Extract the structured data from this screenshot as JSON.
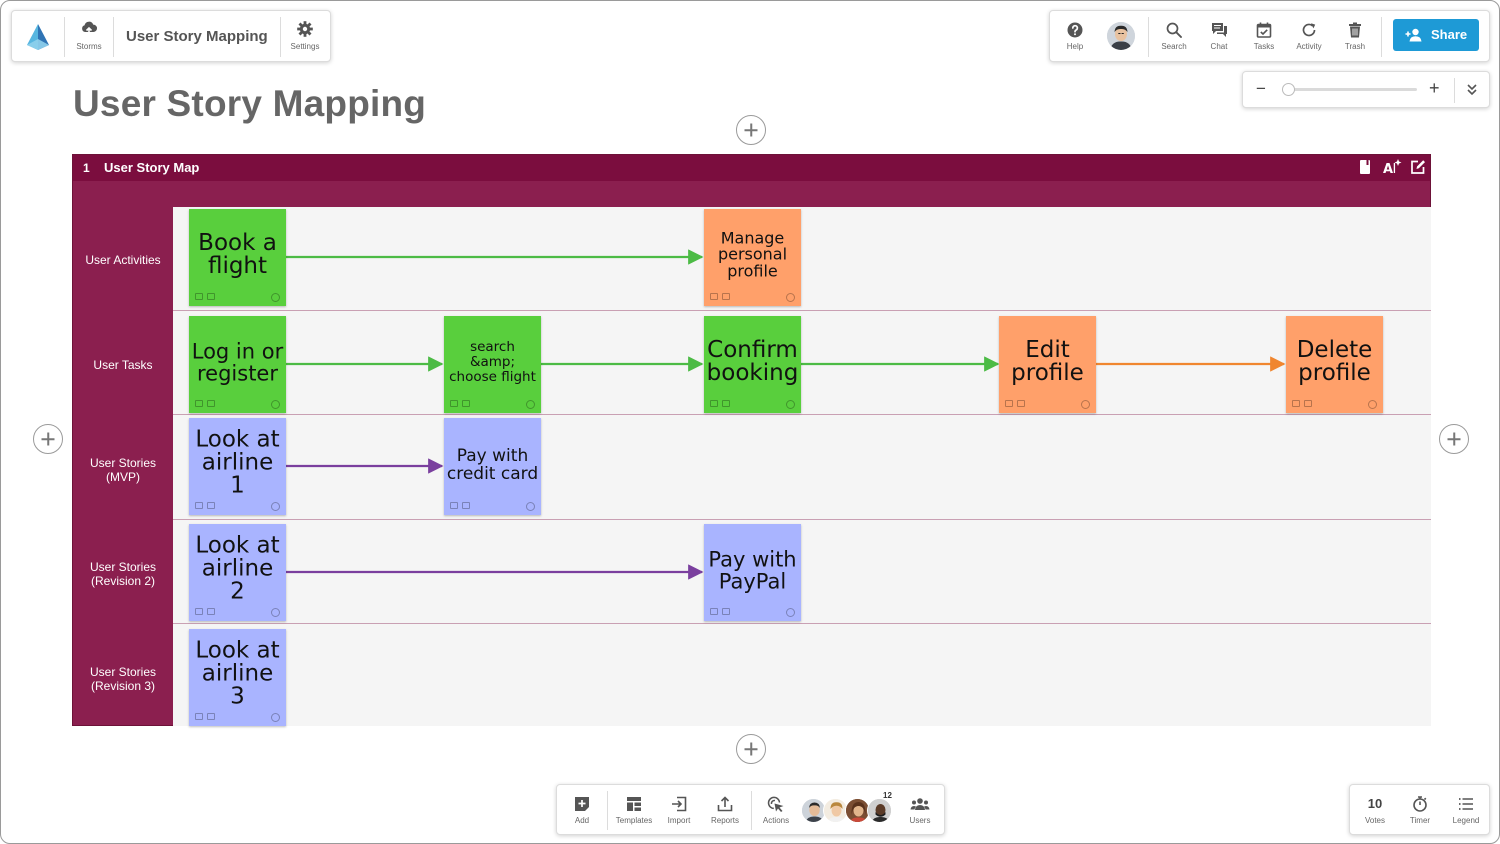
{
  "app": {
    "title": "User Story Mapping",
    "brand_color": "#1e9ad6"
  },
  "top_left_toolbar": {
    "storms_label": "Storms",
    "title": "User Story Mapping",
    "settings_label": "Settings"
  },
  "top_right_toolbar": {
    "help_label": "Help",
    "search_label": "Search",
    "chat_label": "Chat",
    "tasks_label": "Tasks",
    "activity_label": "Activity",
    "trash_label": "Trash",
    "share_label": "Share"
  },
  "zoom": {
    "minus": "−",
    "plus": "+",
    "level_fraction": 0.04
  },
  "page": {
    "title": "User Story Mapping"
  },
  "board": {
    "number": "1",
    "title": "User Story Map",
    "header_color": "#7b0d3e",
    "body_color": "#8b1f4f",
    "lanes": [
      {
        "label_line1": "User Activities",
        "label_line2": ""
      },
      {
        "label_line1": "User Tasks",
        "label_line2": ""
      },
      {
        "label_line1": "User Stories",
        "label_line2": "(MVP)"
      },
      {
        "label_line1": "User Stories",
        "label_line2": "(Revision 2)"
      },
      {
        "label_line1": "User Stories",
        "label_line2": "(Revision 3)"
      }
    ],
    "notes": [
      {
        "line1": "Book a",
        "line2": "flight",
        "line3": "",
        "color": "#59cf3d"
      },
      {
        "line1": "Manage",
        "line2": "personal",
        "line3": "profile",
        "color": "#ffa06a"
      },
      {
        "line1": "Log in or",
        "line2": "register",
        "line3": "",
        "color": "#59cf3d"
      },
      {
        "line1": "search &amp;",
        "line2": "choose flight",
        "line3": "",
        "color": "#59cf3d"
      },
      {
        "line1": "Confirm",
        "line2": "booking",
        "line3": "",
        "color": "#59cf3d"
      },
      {
        "line1": "Edit",
        "line2": "profile",
        "line3": "",
        "color": "#ffa06a"
      },
      {
        "line1": "Delete",
        "line2": "profile",
        "line3": "",
        "color": "#ffa06a"
      },
      {
        "line1": "Look at",
        "line2": "airline 1",
        "line3": "",
        "color": "#a9b4ff"
      },
      {
        "line1": "Pay with",
        "line2": "credit card",
        "line3": "",
        "color": "#a9b4ff"
      },
      {
        "line1": "Look at",
        "line2": "airline 2",
        "line3": "",
        "color": "#a9b4ff"
      },
      {
        "line1": "Pay with",
        "line2": "PayPal",
        "line3": "",
        "color": "#a9b4ff"
      },
      {
        "line1": "Look at",
        "line2": "airline 3",
        "line3": "",
        "color": "#a9b4ff"
      }
    ],
    "connector_colors": {
      "green": "#4cbb45",
      "orange": "#f0862f",
      "purple": "#7a3f9e"
    }
  },
  "bottom_toolbar": {
    "add_label": "Add",
    "templates_label": "Templates",
    "import_label": "Import",
    "reports_label": "Reports",
    "actions_label": "Actions",
    "users_count": "12",
    "users_label": "Users"
  },
  "bottom_right_toolbar": {
    "votes_count": "10",
    "votes_label": "Votes",
    "timer_label": "Timer",
    "legend_label": "Legend"
  }
}
